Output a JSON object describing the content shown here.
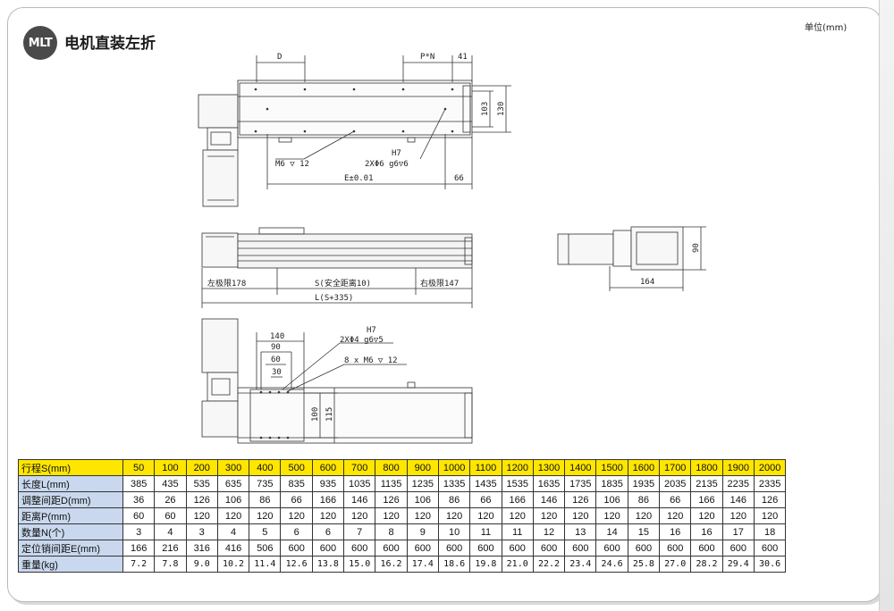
{
  "header": {
    "badge": "MLT",
    "title": "电机直装左折",
    "unit": "单位(mm)"
  },
  "drawing": {
    "top_view": {
      "dim_d": "D",
      "dim_pn": "P*N",
      "dim_41": "41",
      "dim_103": "103",
      "dim_130": "130",
      "note_m6": "M6 ▽ 12",
      "note_h7": "H7",
      "note_pin": "2XΦ6 g6▽6",
      "dim_e": "E±0.01",
      "dim_66": "66"
    },
    "side_view": {
      "left_limit": "左极限178",
      "stroke": "S(安全距离10)",
      "right_limit": "右极限147",
      "length": "L(S+335)"
    },
    "end_view": {
      "dim_164": "164",
      "dim_90": "90"
    },
    "bottom_view": {
      "dim_140": "140",
      "dim_90": "90",
      "dim_60": "60",
      "dim_30": "30",
      "note_h7": "H7",
      "note_pin": "2XΦ4 g6▽5",
      "note_holes": "8 x  M6 ▽ 12",
      "dim_100": "100",
      "dim_115": "115"
    }
  },
  "table": {
    "rows": [
      {
        "label": "行程S(mm)",
        "values": [
          "50",
          "100",
          "200",
          "300",
          "400",
          "500",
          "600",
          "700",
          "800",
          "900",
          "1000",
          "1100",
          "1200",
          "1300",
          "1400",
          "1500",
          "1600",
          "1700",
          "1800",
          "1900",
          "2000"
        ]
      },
      {
        "label": "长度L(mm)",
        "values": [
          "385",
          "435",
          "535",
          "635",
          "735",
          "835",
          "935",
          "1035",
          "1135",
          "1235",
          "1335",
          "1435",
          "1535",
          "1635",
          "1735",
          "1835",
          "1935",
          "2035",
          "2135",
          "2235",
          "2335"
        ]
      },
      {
        "label": "调整间距D(mm)",
        "values": [
          "36",
          "26",
          "126",
          "106",
          "86",
          "66",
          "166",
          "146",
          "126",
          "106",
          "86",
          "66",
          "166",
          "146",
          "126",
          "106",
          "86",
          "66",
          "166",
          "146",
          "126"
        ]
      },
      {
        "label": "距离P(mm)",
        "values": [
          "60",
          "60",
          "120",
          "120",
          "120",
          "120",
          "120",
          "120",
          "120",
          "120",
          "120",
          "120",
          "120",
          "120",
          "120",
          "120",
          "120",
          "120",
          "120",
          "120",
          "120"
        ]
      },
      {
        "label": "数量N(个)",
        "values": [
          "3",
          "4",
          "3",
          "4",
          "5",
          "6",
          "6",
          "7",
          "8",
          "9",
          "10",
          "11",
          "11",
          "12",
          "13",
          "14",
          "15",
          "16",
          "16",
          "17",
          "18"
        ]
      },
      {
        "label": "定位销间距E(mm)",
        "values": [
          "166",
          "216",
          "316",
          "416",
          "506",
          "600",
          "600",
          "600",
          "600",
          "600",
          "600",
          "600",
          "600",
          "600",
          "600",
          "600",
          "600",
          "600",
          "600",
          "600",
          "600"
        ]
      },
      {
        "label": "重量(kg)",
        "values": [
          "7.2",
          "7.8",
          "9.0",
          "10.2",
          "11.4",
          "12.6",
          "13.8",
          "15.0",
          "16.2",
          "17.4",
          "18.6",
          "19.8",
          "21.0",
          "22.2",
          "23.4",
          "24.6",
          "25.8",
          "27.0",
          "28.2",
          "29.4",
          "30.6"
        ]
      }
    ]
  }
}
